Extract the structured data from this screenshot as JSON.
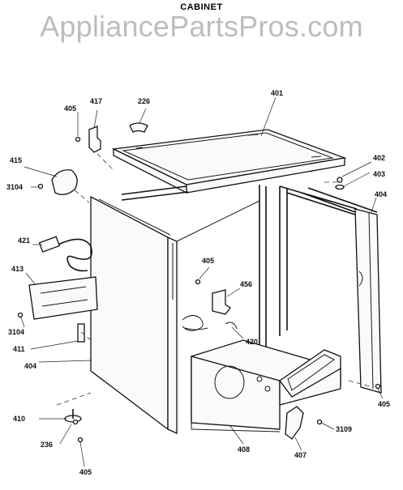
{
  "header": {
    "title": "CABINET",
    "watermark": "AppliancePartsPros.com"
  },
  "parts": {
    "p401": "401",
    "p402": "402",
    "p403": "403",
    "p404a": "404",
    "p404b": "404",
    "p405a": "405",
    "p405b": "405",
    "p405c": "405",
    "p405d": "405",
    "p407": "407",
    "p408": "408",
    "p410": "410",
    "p411": "411",
    "p413": "413",
    "p415": "415",
    "p417": "417",
    "p420": "420",
    "p421": "421",
    "p456": "456",
    "p226": "226",
    "p236": "236",
    "p3104a": "3104",
    "p3104b": "3104",
    "p3109": "3109"
  }
}
